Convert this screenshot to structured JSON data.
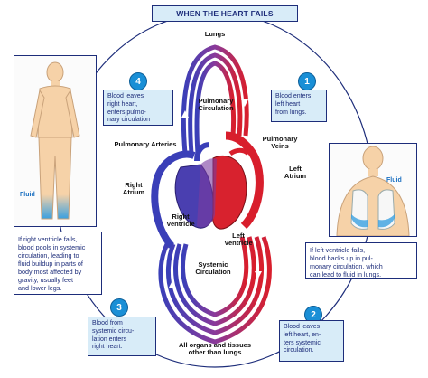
{
  "title": "WHEN THE HEART FAILS",
  "labels": {
    "lungs": "Lungs",
    "pulmonary_circulation": "Pulmonary\nCirculation",
    "pulmonary_arteries": "Pulmonary Arteries",
    "pulmonary_veins": "Pulmonary\nVeins",
    "left_atrium": "Left\nAtrium",
    "right_atrium": "Right\nAtrium",
    "right_ventricle": "Right\nVentricle",
    "left_ventricle": "Left\nVentricle",
    "systemic_circulation": "Systemic\nCirculation",
    "all_organs": "All organs and tissues\nother than lungs"
  },
  "steps": [
    {
      "num": "1",
      "text": "Blood enters left heart from lungs."
    },
    {
      "num": "2",
      "text": "Blood leaves left heart, enters systemic circulation."
    },
    {
      "num": "3",
      "text": "Blood from systemic circulation enters right heart."
    },
    {
      "num": "4",
      "text": "Blood leaves right heart, enters pulmonary circulation."
    }
  ],
  "step_display": {
    "s1": "Blood enters\nleft heart\nfrom lungs.",
    "s2": "Blood leaves\nleft heart, en-\nters systemic\ncirculation.",
    "s3": "Blood from\nsystemic circu-\nlation enters\nright heart.",
    "s4": "Blood leaves\nright heart,\nenters pulmo-\nnary circulation"
  },
  "failure_notes": {
    "right": "If right ventricle fails, blood pools in systemic circulation, leading to fluid buildup in parts of body most affected by gravity, usually feet and lower legs.",
    "left": "If left ventricle fails, blood backs up in pulmonary circulation, which can lead to fluid in lungs."
  },
  "failure_display": {
    "right": "If right ventricle fails,\nblood pools in systemic\ncirculation, leading to\nfluid buildup in parts of\nbody most affected by\ngravity, usually feet\nand lower legs.",
    "left": "If left ventricle fails,\nblood backs up in pul-\nmonary circulation, which\ncan lead to fluid in lungs."
  },
  "fluid_label_left": "Fluid",
  "fluid_label_right": "Fluid",
  "colors": {
    "oxygenated": "#d81e2c",
    "deoxygenated": "#3a3fb8",
    "mixed": "#8a3a9a",
    "frame": "#1d2d7a",
    "box_fill": "#d8ecf8",
    "step_circle": "#1a8fd6",
    "fluid": "#3aa0e0"
  }
}
